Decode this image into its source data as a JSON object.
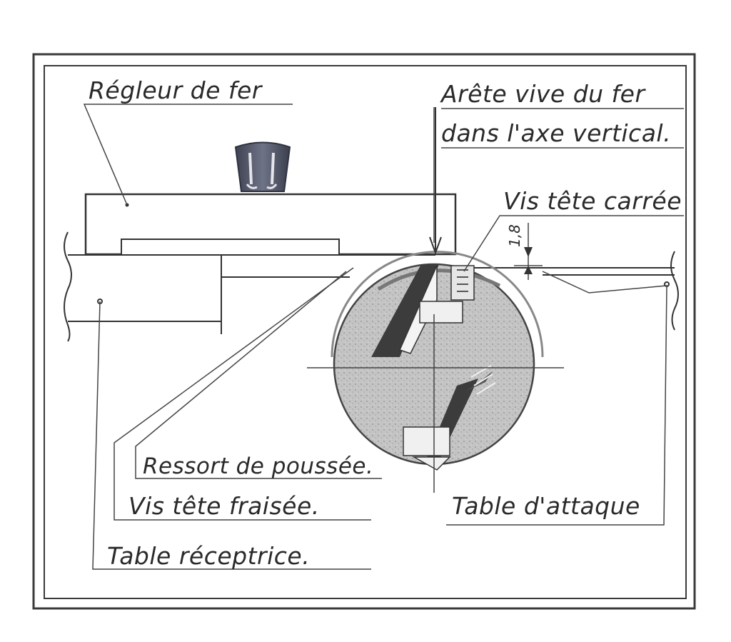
{
  "labels": {
    "regleur": "Régleur de fer",
    "arete_line1": "Arête vive du fer",
    "arete_line2": "dans l'axe vertical.",
    "vis_carree": "Vis tête carrée",
    "dimension": "1,8",
    "ressort": "Ressort de poussée.",
    "vis_fraisee": "Vis tête fraisée.",
    "table_attaque": "Table d'attaque",
    "table_receptrice": "Table réceptrice."
  },
  "icons": {
    "knob": "knob-icon",
    "cutter_head": "cutter-head-icon"
  },
  "colors": {
    "ink": "#2a2a2a",
    "cutter_fill": "#bdbdbd",
    "knob_fill": "#5a5f70"
  }
}
